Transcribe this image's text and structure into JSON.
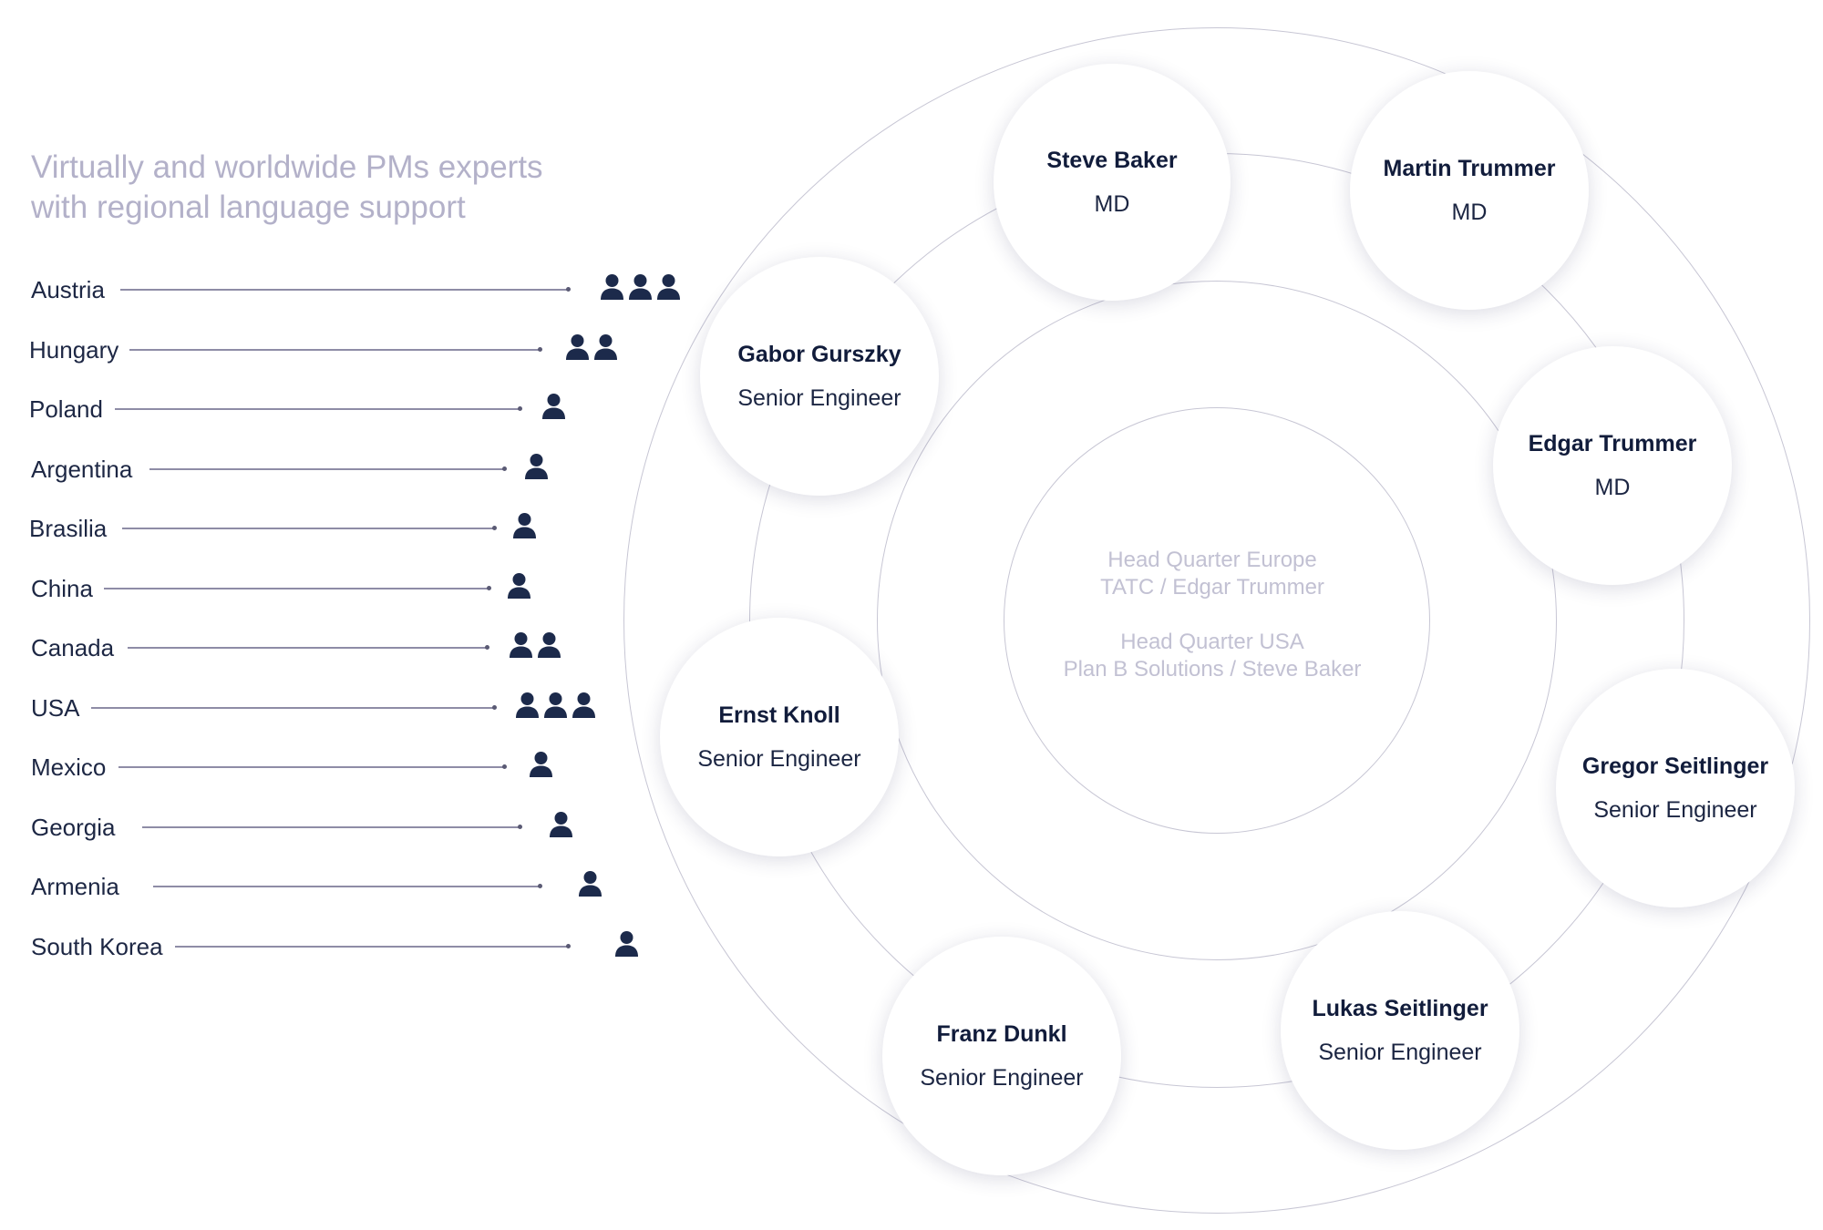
{
  "intro": {
    "line1": "Virtually and worldwide PMs experts",
    "line2": "with regional language support"
  },
  "countries": [
    {
      "name": "Austria",
      "experts": 3
    },
    {
      "name": "Hungary",
      "experts": 2
    },
    {
      "name": "Poland",
      "experts": 1
    },
    {
      "name": "Argentina",
      "experts": 1
    },
    {
      "name": "Brasilia",
      "experts": 1
    },
    {
      "name": "China",
      "experts": 1
    },
    {
      "name": "Canada",
      "experts": 2
    },
    {
      "name": "USA",
      "experts": 3
    },
    {
      "name": "Mexico",
      "experts": 1
    },
    {
      "name": "Georgia",
      "experts": 1
    },
    {
      "name": "Armenia",
      "experts": 1
    },
    {
      "name": "South Korea",
      "experts": 1
    }
  ],
  "headquarters": {
    "europe_title": "Head Quarter Europe",
    "europe_detail": "TATC / Edgar Trummer",
    "usa_title": "Head Quarter USA",
    "usa_detail": "Plan B Solutions / Steve Baker"
  },
  "people": [
    {
      "name": "Steve Baker",
      "role": "MD"
    },
    {
      "name": "Martin Trummer",
      "role": "MD"
    },
    {
      "name": "Gabor Gurszky",
      "role": "Senior Engineer"
    },
    {
      "name": "Edgar Trummer",
      "role": "MD"
    },
    {
      "name": "Ernst Knoll",
      "role": "Senior Engineer"
    },
    {
      "name": "Gregor Seitlinger",
      "role": "Senior Engineer"
    },
    {
      "name": "Franz Dunkl",
      "role": "Senior Engineer"
    },
    {
      "name": "Lukas Seitlinger",
      "role": "Senior Engineer"
    }
  ],
  "colors": {
    "icon": "#1c2a4b",
    "text_dark": "#111c3b",
    "text_muted": "#b3b1c9",
    "ring": "#c7c6d4"
  },
  "icon_name": "person-icon"
}
